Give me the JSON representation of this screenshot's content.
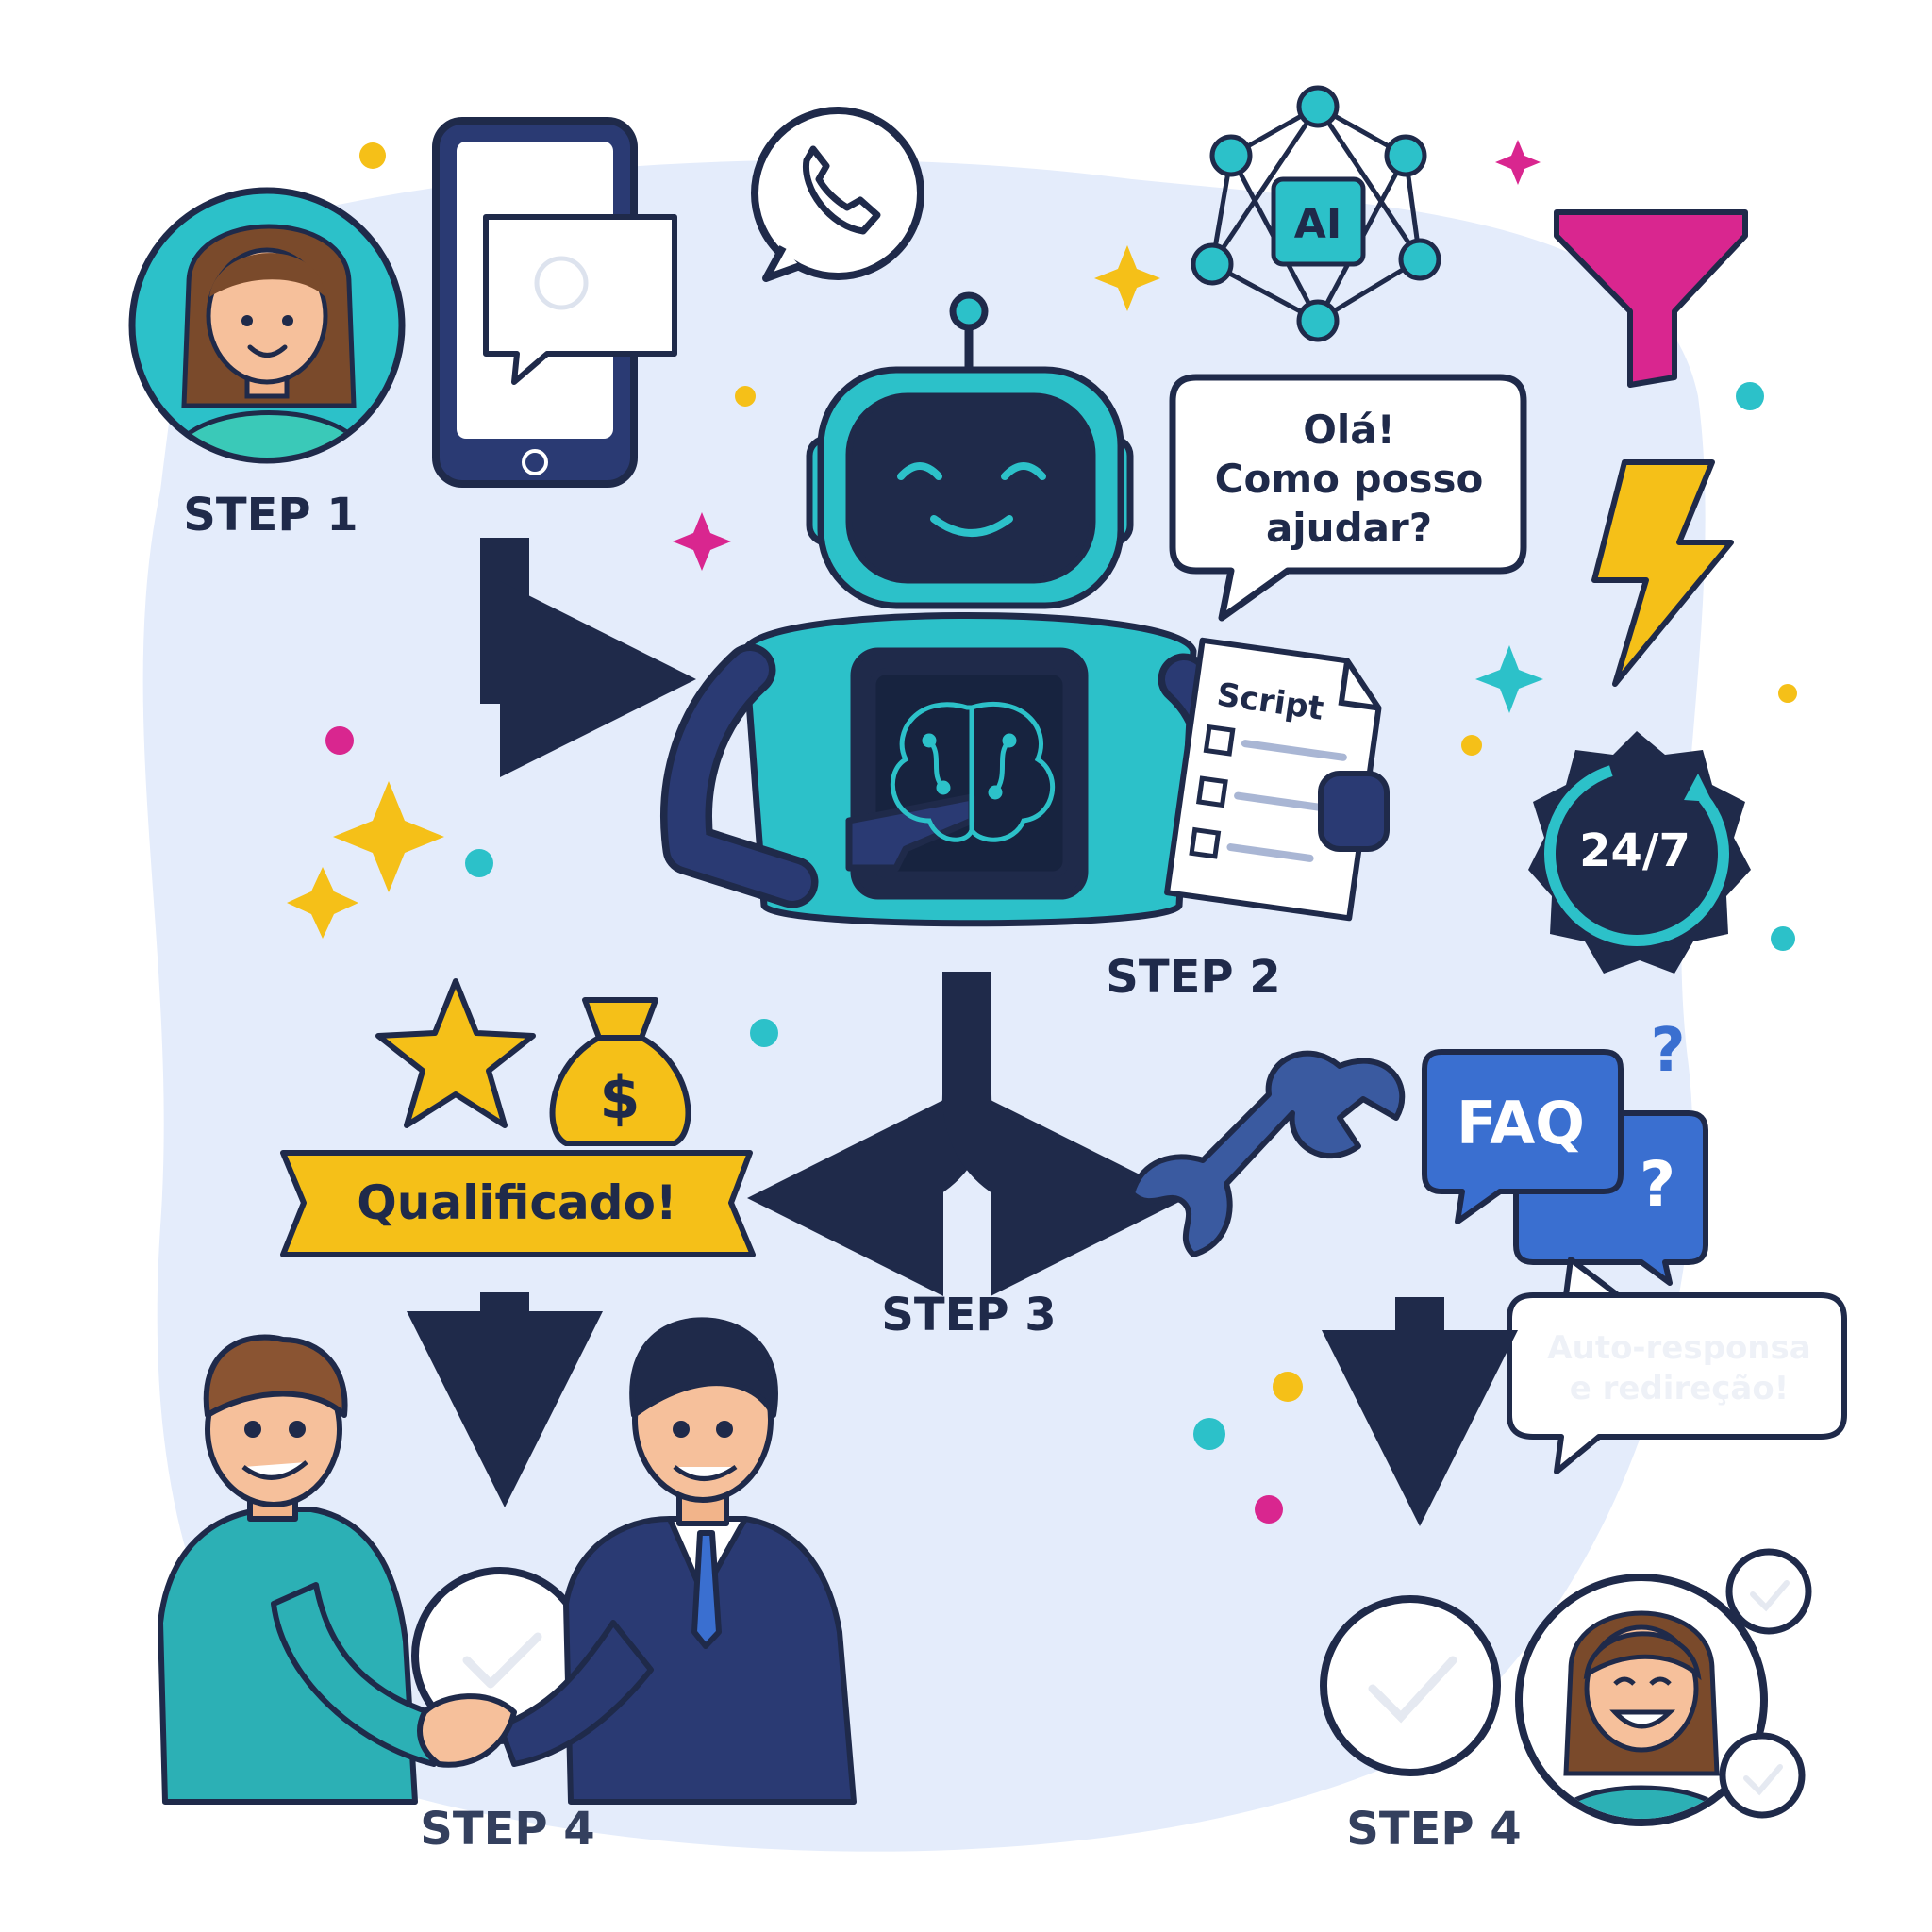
{
  "steps": {
    "step1": "STEP 1",
    "step2": "STEP 2",
    "step3": "STEP 3",
    "step4_left": "STEP 4",
    "step4_right": "STEP 4"
  },
  "bubbles": {
    "greeting": [
      "Olá!",
      "Como posso",
      "ajudar?"
    ],
    "auto_reply": [
      "Auto-responsa",
      "e redireção!"
    ]
  },
  "badges": {
    "ai": "AI",
    "script": "Script",
    "availability": "24/7",
    "faq": "FAQ",
    "qualified": "Qualificado!",
    "money": "$",
    "question": "?"
  },
  "icons": [
    "woman-avatar-icon",
    "smartphone-icon",
    "whatsapp-icon",
    "ai-network-icon",
    "funnel-icon",
    "lightning-icon",
    "clock-24-7-icon",
    "robot-icon",
    "brain-icon",
    "script-document-icon",
    "star-icon",
    "money-bag-icon",
    "wrench-icon",
    "faq-bubble-icon",
    "handshake-icon",
    "check-circle-icon",
    "happy-woman-avatar-icon"
  ],
  "colors": {
    "navy": "#1f2a4a",
    "teal": "#2cc1c9",
    "yellow": "#f5c018",
    "pink": "#d9268f",
    "blue": "#3a6fd0",
    "backdrop": "#e4ecfb"
  }
}
